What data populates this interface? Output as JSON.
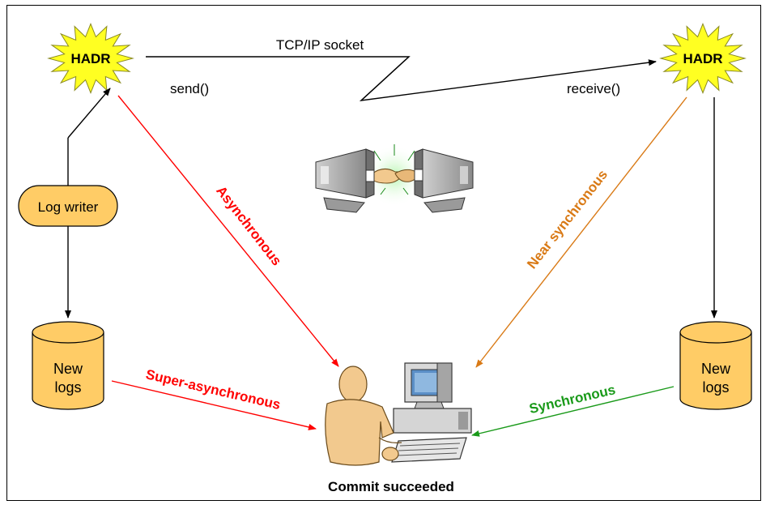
{
  "nodes": {
    "hadr_left": "HADR",
    "hadr_right": "HADR",
    "log_writer": "Log writer",
    "logs_left": [
      "New",
      "logs"
    ],
    "logs_right": [
      "New",
      "logs"
    ]
  },
  "labels": {
    "socket": "TCP/IP socket",
    "send": "send()",
    "receive": "receive()",
    "commit": "Commit succeeded"
  },
  "modes": {
    "asynchronous": "Asynchronous",
    "near_synchronous": "Near synchronous",
    "super_asynchronous": "Super-asynchronous",
    "synchronous": "Synchronous"
  },
  "colors": {
    "burst_fill": "#ffff22",
    "node_fill": "#ffcc66",
    "asynchronous": "#ff0000",
    "near_synchronous": "#d97a16",
    "synchronous": "#1a9a1a",
    "person": "#f2c98e"
  },
  "icons": {
    "handshake": "handshake-computers-icon",
    "user": "user-at-computer-icon"
  }
}
